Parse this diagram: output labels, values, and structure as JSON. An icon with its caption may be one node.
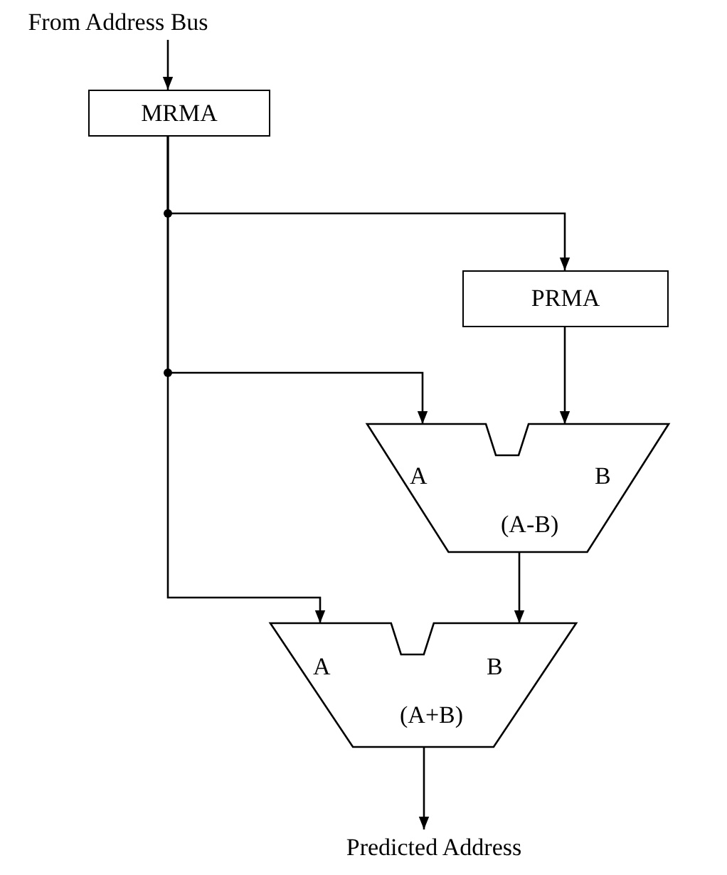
{
  "diagram": {
    "nodes": [
      {
        "text": [
          "From Address Bus"
        ]
      },
      {
        "text": [
          "MRMA"
        ]
      },
      {
        "text": [
          "PRMA"
        ]
      },
      {
        "text": [
          "A",
          "B",
          "(A-B)"
        ]
      },
      {
        "text": [
          "A",
          "B",
          "(A+B)"
        ]
      },
      {
        "text": [
          "Predicted Address"
        ]
      }
    ],
    "edges": [
      {
        "from": 0,
        "to": 1,
        "arrow": "to"
      },
      {
        "from": 1,
        "to": 2,
        "arrow": "to"
      },
      {
        "from": 1,
        "to": 3,
        "arrow": "to"
      },
      {
        "from": 2,
        "to": 3,
        "arrow": "to"
      },
      {
        "from": 1,
        "to": 4,
        "arrow": "to"
      },
      {
        "from": 3,
        "to": 4,
        "arrow": "to"
      },
      {
        "from": 4,
        "to": 5,
        "arrow": "to"
      }
    ]
  }
}
